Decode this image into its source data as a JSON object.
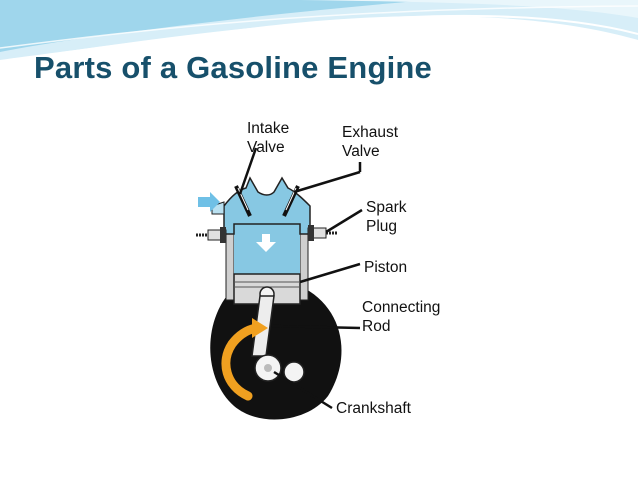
{
  "title": "Parts of a Gasoline Engine",
  "colors": {
    "title": "#17506b",
    "swoosh_light": "#cfeaf5",
    "swoosh_mid": "#8fd0ea",
    "chamber": "#87c8e3",
    "crankcase": "#111111",
    "rotation_arrow": "#f0a020",
    "piston": "#d9d9d9"
  },
  "labels": {
    "intake_line1": "Intake",
    "intake_line2": "Valve",
    "exhaust_line1": "Exhaust",
    "exhaust_line2": "Valve",
    "spark_line1": "Spark",
    "spark_line2": "Plug",
    "piston": "Piston",
    "rod_line1": "Connecting",
    "rod_line2": "Rod",
    "crankshaft": "Crankshaft"
  }
}
